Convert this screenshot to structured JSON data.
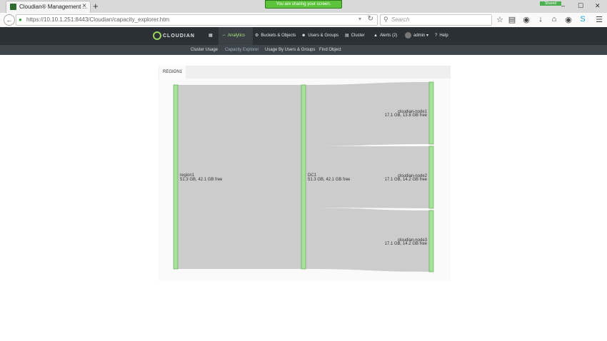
{
  "browser": {
    "tab_title": "Cloudian® Management ...",
    "tab_close": "×",
    "new_tab": "+",
    "share_banner": "You are sharing your screen.",
    "shared_badge": "Shared",
    "window_controls": [
      "–",
      "☐",
      "✕"
    ],
    "url": "https://10.10.1.251:8443/Cloudian/capacity_explorer.htm",
    "search_placeholder": "Search",
    "toolbar_icons": [
      "star-icon",
      "library-icon",
      "pocket-icon",
      "download-icon",
      "home-icon",
      "chat-icon",
      "skype-icon",
      "menu-icon"
    ]
  },
  "app": {
    "logo_text": "CLOUDIAN",
    "nav": [
      {
        "icon": "grid-icon",
        "label": ""
      },
      {
        "icon": "chart-icon",
        "label": "Analytics"
      },
      {
        "icon": "gear-icon",
        "label": "Buckets & Objects"
      },
      {
        "icon": "users-icon",
        "label": "Users & Groups"
      },
      {
        "icon": "cluster-icon",
        "label": "Cluster"
      },
      {
        "icon": "bell-icon",
        "label": "Alerts (2)"
      },
      {
        "icon": "avatar-icon",
        "label": "admin ▾"
      },
      {
        "icon": "help-icon",
        "label": "Help"
      }
    ],
    "subnav": [
      "Cluster Usage",
      "Capacity Explorer",
      "Usage By Users & Groups",
      "Find Object"
    ],
    "active_subnav": "Capacity Explorer"
  },
  "capacity": {
    "region_tab": "REGION1",
    "nodes": {
      "region": {
        "name": "region1",
        "detail": "51.3 GB, 42.1 GB free"
      },
      "dc": {
        "name": "DC1",
        "detail": "51.3 GB, 42.1 GB free"
      },
      "n1": {
        "name": "cloudian-node1",
        "detail": "17.1 GB, 13.8 GB free"
      },
      "n2": {
        "name": "cloudian-node2",
        "detail": "17.1 GB, 14.2 GB free"
      },
      "n3": {
        "name": "cloudian-node3",
        "detail": "17.1 GB, 14.2 GB free"
      }
    },
    "colors": {
      "node": "#a6e39a",
      "node_border": "#5aa04f",
      "flow": "#cccccc"
    }
  }
}
